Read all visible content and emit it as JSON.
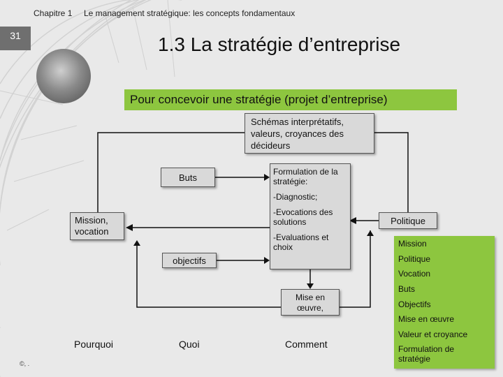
{
  "header": {
    "chapter": "Chapitre 1",
    "course_title": "Le management stratégique: les concepts fondamentaux",
    "page_number": "31"
  },
  "slide": {
    "title": "1.3 La stratégie d’entreprise",
    "banner": "Pour concevoir une stratégie (projet d’entreprise)"
  },
  "diagram": {
    "schemas": "Schémas interprétatifs, valeurs, croyances des décideurs",
    "buts": "Buts",
    "formulation_title": "Formulation de la stratégie:",
    "formulation_items": [
      "-Diagnostic;",
      "-Evocations des solutions",
      "-Evaluations et choix"
    ],
    "mission": "Mission, vocation",
    "objectifs": "objectifs",
    "mise_en_oeuvre": "Mise en œuvre,",
    "politique": "Politique"
  },
  "legend_list": [
    "Mission",
    "Politique",
    "Vocation",
    "Buts",
    "Objectifs",
    "Mise en œuvre",
    "Valeur et croyance",
    "Formulation de stratégie"
  ],
  "questions": [
    "Pourquoi",
    "Quoi",
    "Comment"
  ],
  "footer": {
    "copyright": "©, ."
  },
  "colors": {
    "accent_green": "#8dc63f",
    "background": "#e9e9e9",
    "box_fill": "#d9d9d9"
  }
}
